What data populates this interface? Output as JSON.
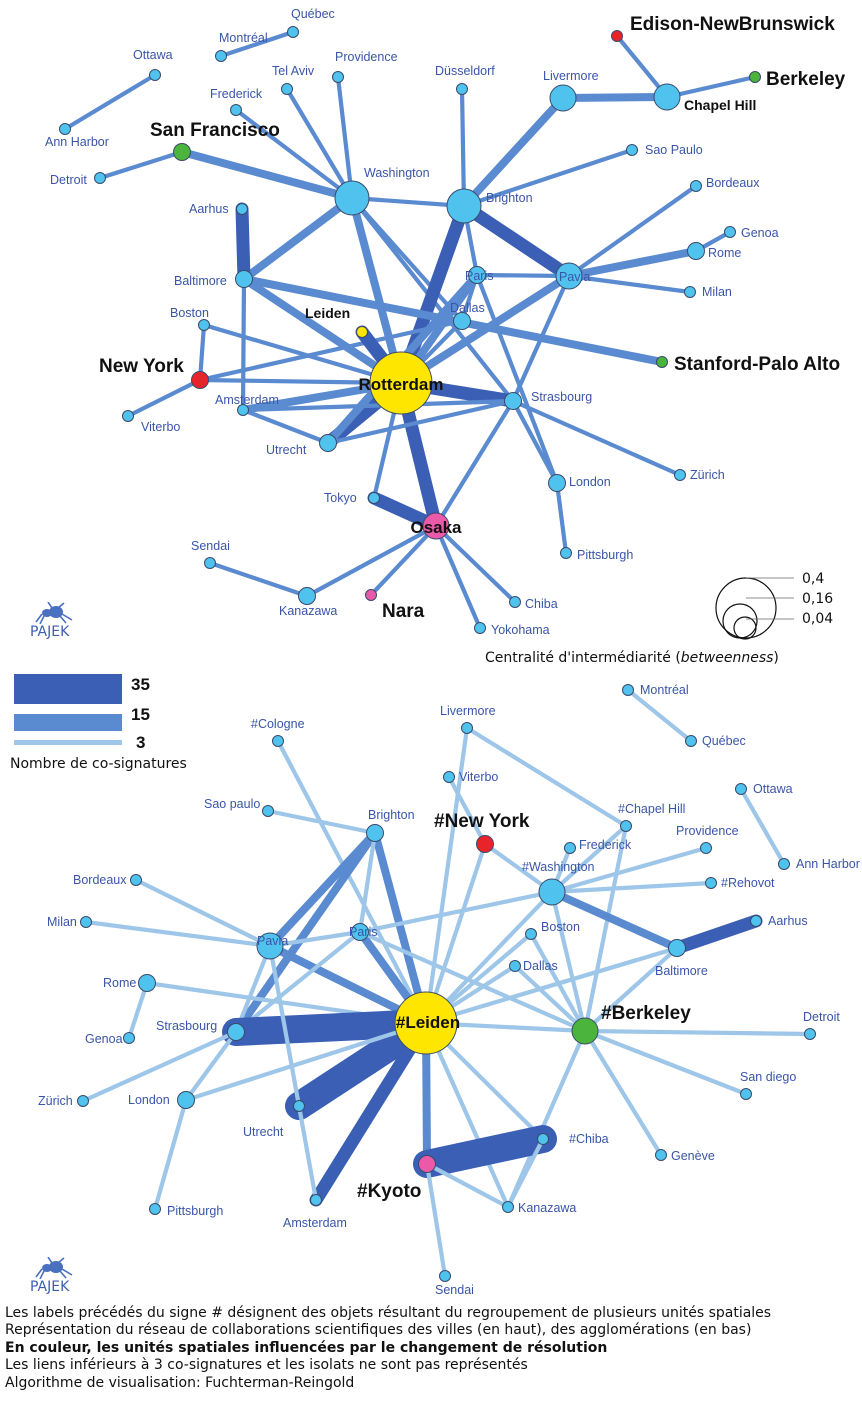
{
  "colors": {
    "node_default": "#4fc3ee",
    "node_yellow": "#ffe600",
    "node_red": "#e8242b",
    "node_green": "#4ab43c",
    "node_pink": "#ea5aa8",
    "edge_strong": "#3a5fb5",
    "edge_medium": "#5a8ad0",
    "edge_light": "#9dc6e8",
    "label_blue": "#3a55a8"
  },
  "top_network": {
    "nodes": [
      {
        "id": "Montreal",
        "label": "Montréal",
        "color": "default",
        "size": "xs"
      },
      {
        "id": "Quebec",
        "label": "Québec",
        "color": "default",
        "size": "xs"
      },
      {
        "id": "Ottawa",
        "label": "Ottawa",
        "color": "default",
        "size": "xs"
      },
      {
        "id": "AnnHarbor",
        "label": "Ann Harbor",
        "color": "default",
        "size": "xs"
      },
      {
        "id": "Providence",
        "label": "Providence",
        "color": "default",
        "size": "xs"
      },
      {
        "id": "TelAviv",
        "label": "Tel Aviv",
        "color": "default",
        "size": "xs"
      },
      {
        "id": "Frederick",
        "label": "Frederick",
        "color": "default",
        "size": "xs"
      },
      {
        "id": "SanFrancisco",
        "label": "San Francisco",
        "color": "green",
        "size": "s",
        "emphasis": true
      },
      {
        "id": "Detroit",
        "label": "Detroit",
        "color": "default",
        "size": "xs"
      },
      {
        "id": "Washington",
        "label": "Washington",
        "color": "default",
        "size": "l"
      },
      {
        "id": "Dusseldorf",
        "label": "Düsseldorf",
        "color": "default",
        "size": "xs"
      },
      {
        "id": "Livermore",
        "label": "Livermore",
        "color": "default",
        "size": "m"
      },
      {
        "id": "EdisonNB",
        "label": "Edison-NewBrunswick",
        "color": "red",
        "size": "xs",
        "emphasis": true
      },
      {
        "id": "ChapelHill",
        "label": "Chapel Hill",
        "color": "default",
        "size": "m",
        "emphasis_small": true
      },
      {
        "id": "Berkeley",
        "label": "Berkeley",
        "color": "green",
        "size": "xs",
        "emphasis": true
      },
      {
        "id": "SaoPaulo",
        "label": "Sao Paulo",
        "color": "default",
        "size": "xs"
      },
      {
        "id": "Bordeaux",
        "label": "Bordeaux",
        "color": "default",
        "size": "xs"
      },
      {
        "id": "Brighton",
        "label": "Brighton",
        "color": "default",
        "size": "l"
      },
      {
        "id": "Genoa",
        "label": "Genoa",
        "color": "default",
        "size": "xs"
      },
      {
        "id": "Rome",
        "label": "Rome",
        "color": "default",
        "size": "s"
      },
      {
        "id": "Aarhus",
        "label": "Aarhus",
        "color": "default",
        "size": "xs"
      },
      {
        "id": "Pavia",
        "label": "Pavia",
        "color": "default",
        "size": "m"
      },
      {
        "id": "Paris",
        "label": "Paris",
        "color": "default",
        "size": "s"
      },
      {
        "id": "Milan",
        "label": "Milan",
        "color": "default",
        "size": "xs"
      },
      {
        "id": "Baltimore",
        "label": "Baltimore",
        "color": "default",
        "size": "s"
      },
      {
        "id": "Boston",
        "label": "Boston",
        "color": "default",
        "size": "xs"
      },
      {
        "id": "Leiden",
        "label": "Leiden",
        "color": "yellow",
        "size": "xs",
        "emphasis_small": true
      },
      {
        "id": "Dallas",
        "label": "Dallas",
        "color": "default",
        "size": "s"
      },
      {
        "id": "NewYork",
        "label": "New York",
        "color": "red",
        "size": "s",
        "emphasis": true
      },
      {
        "id": "Rotterdam",
        "label": "Rotterdam",
        "color": "yellow",
        "size": "xl",
        "emphasis_inner": true
      },
      {
        "id": "Stanford",
        "label": "Stanford-Palo Alto",
        "color": "green",
        "size": "xs",
        "emphasis": true
      },
      {
        "id": "Amsterdam",
        "label": "Amsterdam",
        "color": "default",
        "size": "xs"
      },
      {
        "id": "Strasbourg",
        "label": "Strasbourg",
        "color": "default",
        "size": "s"
      },
      {
        "id": "Viterbo",
        "label": "Viterbo",
        "color": "default",
        "size": "xs"
      },
      {
        "id": "Utrecht",
        "label": "Utrecht",
        "color": "default",
        "size": "s"
      },
      {
        "id": "London",
        "label": "London",
        "color": "default",
        "size": "s"
      },
      {
        "id": "Zurich",
        "label": "Zürich",
        "color": "default",
        "size": "xs"
      },
      {
        "id": "Tokyo",
        "label": "Tokyo",
        "color": "default",
        "size": "xs"
      },
      {
        "id": "Osaka",
        "label": "Osaka",
        "color": "pink",
        "size": "m",
        "emphasis_inner": true
      },
      {
        "id": "Sendai",
        "label": "Sendai",
        "color": "default",
        "size": "xs"
      },
      {
        "id": "Pittsburgh",
        "label": "Pittsburgh",
        "color": "default",
        "size": "xs"
      },
      {
        "id": "Kanazawa",
        "label": "Kanazawa",
        "color": "default",
        "size": "s"
      },
      {
        "id": "Nara",
        "label": "Nara",
        "color": "pink",
        "size": "xs",
        "emphasis": true
      },
      {
        "id": "Chiba",
        "label": "Chiba",
        "color": "default",
        "size": "xs"
      },
      {
        "id": "Yokohama",
        "label": "Yokohama",
        "color": "default",
        "size": "xs"
      }
    ],
    "edges": [
      [
        "Montreal",
        "Quebec",
        1
      ],
      [
        "Ottawa",
        "AnnHarbor",
        1
      ],
      [
        "Detroit",
        "SanFrancisco",
        1
      ],
      [
        "SanFrancisco",
        "Washington",
        2
      ],
      [
        "Frederick",
        "Washington",
        1
      ],
      [
        "TelAviv",
        "Washington",
        1
      ],
      [
        "Providence",
        "Washington",
        1
      ],
      [
        "Washington",
        "Rotterdam",
        2
      ],
      [
        "Washington",
        "Baltimore",
        2
      ],
      [
        "Washington",
        "Brighton",
        1
      ],
      [
        "Washington",
        "Dallas",
        1
      ],
      [
        "Washington",
        "Strasbourg",
        1
      ],
      [
        "Dusseldorf",
        "Brighton",
        1
      ],
      [
        "Livermore",
        "Brighton",
        2
      ],
      [
        "Livermore",
        "ChapelHill",
        2
      ],
      [
        "ChapelHill",
        "EdisonNB",
        1
      ],
      [
        "ChapelHill",
        "Berkeley",
        1
      ],
      [
        "SaoPaulo",
        "Brighton",
        1
      ],
      [
        "Bordeaux",
        "Pavia",
        1
      ],
      [
        "Genoa",
        "Rome",
        1
      ],
      [
        "Rome",
        "Pavia",
        2
      ],
      [
        "Milan",
        "Pavia",
        1
      ],
      [
        "Brighton",
        "Pavia",
        3
      ],
      [
        "Brighton",
        "Rotterdam",
        3
      ],
      [
        "Brighton",
        "Paris",
        1
      ],
      [
        "Pavia",
        "Rotterdam",
        2
      ],
      [
        "Pavia",
        "Paris",
        1
      ],
      [
        "Pavia",
        "Strasbourg",
        1
      ],
      [
        "Aarhus",
        "Baltimore",
        3
      ],
      [
        "Baltimore",
        "Rotterdam",
        2
      ],
      [
        "Baltimore",
        "Stanford",
        2
      ],
      [
        "Boston",
        "NewYork",
        1
      ],
      [
        "Boston",
        "Rotterdam",
        1
      ],
      [
        "NewYork",
        "Viterbo",
        1
      ],
      [
        "NewYork",
        "Rotterdam",
        1
      ],
      [
        "NewYork",
        "Dallas",
        1
      ],
      [
        "Leiden",
        "Rotterdam",
        3
      ],
      [
        "Paris",
        "Rotterdam",
        2
      ],
      [
        "Dallas",
        "Rotterdam",
        1
      ],
      [
        "Rotterdam",
        "Strasbourg",
        3
      ],
      [
        "Rotterdam",
        "Amsterdam",
        2
      ],
      [
        "Rotterdam",
        "Utrecht",
        3
      ],
      [
        "Rotterdam",
        "Osaka",
        3
      ],
      [
        "Rotterdam",
        "Tokyo",
        1
      ],
      [
        "Amsterdam",
        "Utrecht",
        1
      ],
      [
        "Amsterdam",
        "Strasbourg",
        1
      ],
      [
        "Utrecht",
        "Strasbourg",
        1
      ],
      [
        "Strasbourg",
        "London",
        1
      ],
      [
        "Strasbourg",
        "Zurich",
        1
      ],
      [
        "Strasbourg",
        "Osaka",
        1
      ],
      [
        "Paris",
        "London",
        1
      ],
      [
        "London",
        "Pittsburgh",
        1
      ],
      [
        "Tokyo",
        "Osaka",
        3
      ],
      [
        "Osaka",
        "Nara",
        1
      ],
      [
        "Osaka",
        "Kanazawa",
        1
      ],
      [
        "Osaka",
        "Chiba",
        1
      ],
      [
        "Osaka",
        "Yokohama",
        1
      ],
      [
        "Sendai",
        "Kanazawa",
        1
      ],
      [
        "Paris",
        "Dallas",
        1
      ],
      [
        "Utrecht",
        "Paris",
        2
      ],
      [
        "Baltimore",
        "Amsterdam",
        1
      ]
    ]
  },
  "bottom_network": {
    "nodes": [
      {
        "id": "Montreal",
        "label": "Montréal",
        "color": "default",
        "size": "xs"
      },
      {
        "id": "Quebec",
        "label": "Québec",
        "color": "default",
        "size": "xs"
      },
      {
        "id": "Cologne",
        "label": "#Cologne",
        "color": "default",
        "size": "xs"
      },
      {
        "id": "Livermore",
        "label": "Livermore",
        "color": "default",
        "size": "xs"
      },
      {
        "id": "Viterbo",
        "label": "Viterbo",
        "color": "default",
        "size": "xs"
      },
      {
        "id": "Ottawa",
        "label": "Ottawa",
        "color": "default",
        "size": "xs"
      },
      {
        "id": "SaoPaulo",
        "label": "Sao paulo",
        "color": "default",
        "size": "xs"
      },
      {
        "id": "Brighton",
        "label": "Brighton",
        "color": "default",
        "size": "s"
      },
      {
        "id": "ChapelHill",
        "label": "#Chapel Hill",
        "color": "default",
        "size": "xs"
      },
      {
        "id": "NewYork",
        "label": "#New York",
        "color": "red",
        "size": "s",
        "emphasis": true
      },
      {
        "id": "Frederick",
        "label": "Frederick",
        "color": "default",
        "size": "xs"
      },
      {
        "id": "Providence",
        "label": "Providence",
        "color": "default",
        "size": "xs"
      },
      {
        "id": "AnnHarbor",
        "label": "Ann Harbor",
        "color": "default",
        "size": "xs"
      },
      {
        "id": "Washington",
        "label": "#Washington",
        "color": "default",
        "size": "m"
      },
      {
        "id": "Rehovot",
        "label": "#Rehovot",
        "color": "default",
        "size": "xs"
      },
      {
        "id": "Bordeaux",
        "label": "Bordeaux",
        "color": "default",
        "size": "xs"
      },
      {
        "id": "Aarhus",
        "label": "Aarhus",
        "color": "default",
        "size": "xs"
      },
      {
        "id": "Milan",
        "label": "Milan",
        "color": "default",
        "size": "xs"
      },
      {
        "id": "Pavia",
        "label": "Pavia",
        "color": "default",
        "size": "m"
      },
      {
        "id": "Paris",
        "label": "Paris",
        "color": "default",
        "size": "s"
      },
      {
        "id": "Boston",
        "label": "Boston",
        "color": "default",
        "size": "xs"
      },
      {
        "id": "Baltimore",
        "label": "Baltimore",
        "color": "default",
        "size": "s"
      },
      {
        "id": "Dallas",
        "label": "Dallas",
        "color": "default",
        "size": "xs"
      },
      {
        "id": "Rome",
        "label": "Rome",
        "color": "default",
        "size": "s"
      },
      {
        "id": "Berkeley",
        "label": "#Berkeley",
        "color": "green",
        "size": "m",
        "emphasis": true
      },
      {
        "id": "Leiden",
        "label": "#Leiden",
        "color": "yellow",
        "size": "xl",
        "emphasis_inner": true
      },
      {
        "id": "Genoa",
        "label": "Genoa",
        "color": "default",
        "size": "xs"
      },
      {
        "id": "Strasbourg",
        "label": "Strasbourg",
        "color": "default",
        "size": "s"
      },
      {
        "id": "Detroit",
        "label": "Detroit",
        "color": "default",
        "size": "xs"
      },
      {
        "id": "SanDiego",
        "label": "San diego",
        "color": "default",
        "size": "xs"
      },
      {
        "id": "Zurich",
        "label": "Zürich",
        "color": "default",
        "size": "xs"
      },
      {
        "id": "London",
        "label": "London",
        "color": "default",
        "size": "s"
      },
      {
        "id": "Utrecht",
        "label": "Utrecht",
        "color": "default",
        "size": "xs"
      },
      {
        "id": "Chiba",
        "label": "#Chiba",
        "color": "default",
        "size": "xs"
      },
      {
        "id": "Geneve",
        "label": "Genève",
        "color": "default",
        "size": "xs"
      },
      {
        "id": "Kyoto",
        "label": "#Kyoto",
        "color": "pink",
        "size": "s",
        "emphasis": true
      },
      {
        "id": "Kanazawa",
        "label": "Kanazawa",
        "color": "default",
        "size": "xs"
      },
      {
        "id": "Pittsburgh",
        "label": "Pittsburgh",
        "color": "default",
        "size": "xs"
      },
      {
        "id": "Amsterdam",
        "label": "Amsterdam",
        "color": "default",
        "size": "xs"
      },
      {
        "id": "Sendai",
        "label": "Sendai",
        "color": "default",
        "size": "xs"
      }
    ],
    "edges": [
      [
        "Montreal",
        "Quebec",
        1
      ],
      [
        "Ottawa",
        "AnnHarbor",
        1
      ],
      [
        "Cologne",
        "Leiden",
        1
      ],
      [
        "Livermore",
        "Leiden",
        1
      ],
      [
        "Livermore",
        "ChapelHill",
        1
      ],
      [
        "Viterbo",
        "NewYork",
        1
      ],
      [
        "SaoPaulo",
        "Brighton",
        1
      ],
      [
        "Brighton",
        "Pavia",
        2
      ],
      [
        "Brighton",
        "Leiden",
        2
      ],
      [
        "Brighton",
        "Strasbourg",
        2
      ],
      [
        "Brighton",
        "Paris",
        1
      ],
      [
        "ChapelHill",
        "Berkeley",
        1
      ],
      [
        "ChapelHill",
        "Washington",
        1
      ],
      [
        "NewYork",
        "Leiden",
        1
      ],
      [
        "NewYork",
        "Washington",
        1
      ],
      [
        "Frederick",
        "Washington",
        1
      ],
      [
        "Providence",
        "Washington",
        1
      ],
      [
        "Washington",
        "Rehovot",
        1
      ],
      [
        "Washington",
        "Baltimore",
        2
      ],
      [
        "Washington",
        "Leiden",
        1
      ],
      [
        "Washington",
        "Berkeley",
        1
      ],
      [
        "Washington",
        "Paris",
        1
      ],
      [
        "Bordeaux",
        "Pavia",
        1
      ],
      [
        "Milan",
        "Pavia",
        1
      ],
      [
        "Pavia",
        "Paris",
        1
      ],
      [
        "Pavia",
        "Leiden",
        2
      ],
      [
        "Pavia",
        "Strasbourg",
        1
      ],
      [
        "Paris",
        "Leiden",
        2
      ],
      [
        "Paris",
        "Strasbourg",
        1
      ],
      [
        "Boston",
        "Leiden",
        1
      ],
      [
        "Boston",
        "Berkeley",
        1
      ],
      [
        "Baltimore",
        "Aarhus",
        3
      ],
      [
        "Baltimore",
        "Leiden",
        1
      ],
      [
        "Baltimore",
        "Berkeley",
        1
      ],
      [
        "Dallas",
        "Leiden",
        1
      ],
      [
        "Dallas",
        "Berkeley",
        1
      ],
      [
        "Rome",
        "Genoa",
        1
      ],
      [
        "Rome",
        "Leiden",
        1
      ],
      [
        "Leiden",
        "Strasbourg",
        4
      ],
      [
        "Leiden",
        "Utrecht",
        4
      ],
      [
        "Leiden",
        "Amsterdam",
        3
      ],
      [
        "Leiden",
        "Kyoto",
        2
      ],
      [
        "Leiden",
        "Berkeley",
        1
      ],
      [
        "Leiden",
        "Chiba",
        1
      ],
      [
        "Leiden",
        "Kanazawa",
        1
      ],
      [
        "Leiden",
        "London",
        1
      ],
      [
        "Berkeley",
        "Detroit",
        1
      ],
      [
        "Berkeley",
        "SanDiego",
        1
      ],
      [
        "Berkeley",
        "Geneve",
        1
      ],
      [
        "Berkeley",
        "Kanazawa",
        1
      ],
      [
        "Strasbourg",
        "Zurich",
        1
      ],
      [
        "Strasbourg",
        "London",
        1
      ],
      [
        "London",
        "Pittsburgh",
        1
      ],
      [
        "Utrecht",
        "Amsterdam",
        1
      ],
      [
        "Kyoto",
        "Chiba",
        4
      ],
      [
        "Kyoto",
        "Kanazawa",
        1
      ],
      [
        "Kyoto",
        "Sendai",
        1
      ],
      [
        "Chiba",
        "Kanazawa",
        1
      ],
      [
        "Pavia",
        "Utrecht",
        1
      ],
      [
        "Berkeley",
        "Paris",
        1
      ]
    ]
  },
  "legend_centrality": {
    "values": [
      "0,4",
      "0,16",
      "0,04"
    ],
    "title_prefix": "Centralité d'intermédiarité (",
    "title_italic": "betweenness",
    "title_suffix": ")"
  },
  "legend_links": {
    "values": [
      "35",
      "15",
      "3"
    ],
    "title": "Nombre de co-signatures"
  },
  "logo_text": "PAJEK",
  "caption": [
    {
      "text": "Les labels précédés du signe # désignent des objets résultant du regroupement de plusieurs unités spatiales",
      "bold": false
    },
    {
      "text": "Représentation du réseau de collaborations scientifiques des villes (en haut), des agglomérations (en bas)",
      "bold": false
    },
    {
      "text": "En couleur, les unités spatiales influencées par le changement de résolution",
      "bold": true
    },
    {
      "text": "Les liens inférieurs à 3 co-signatures et les isolats ne sont pas représentés",
      "bold": false
    },
    {
      "text": "Algorithme de visualisation: Fuchterman-Reingold",
      "bold": false
    }
  ]
}
